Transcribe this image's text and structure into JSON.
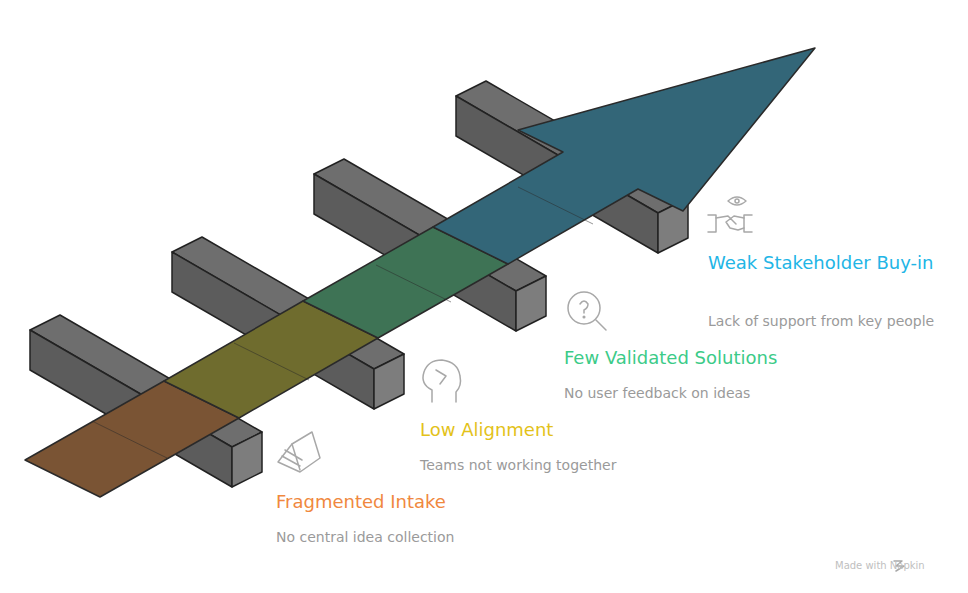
{
  "diagram": {
    "labels": [
      "Fragmented Intake",
      "No central idea collection",
      "Low Alignment",
      "Teams not working together",
      "Few Validated Solutions",
      "No user feedback on ideas",
      "Weak Stakeholder Buy-in",
      "Lack of support from key people",
      "Made with Napkin"
    ]
  }
}
